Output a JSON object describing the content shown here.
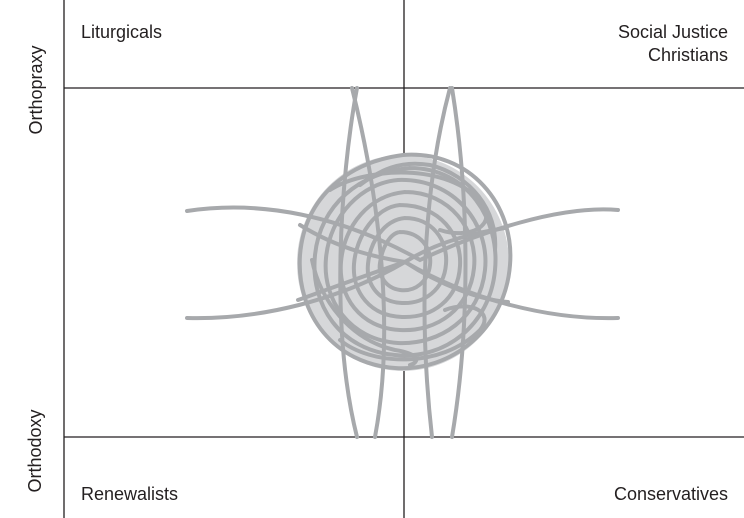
{
  "diagram": {
    "quadrants": {
      "top_left": "Liturgicals",
      "top_right_line1": "Social Justice",
      "top_right_line2": "Christians",
      "bottom_left": "Renewalists",
      "bottom_right": "Conservatives"
    },
    "axis": {
      "top": "Orthopraxy",
      "bottom": "Orthodoxy"
    },
    "colors": {
      "line": "#231f20",
      "scribble": "#a7a9ac",
      "circle_fill": "#d6d7d9"
    }
  }
}
